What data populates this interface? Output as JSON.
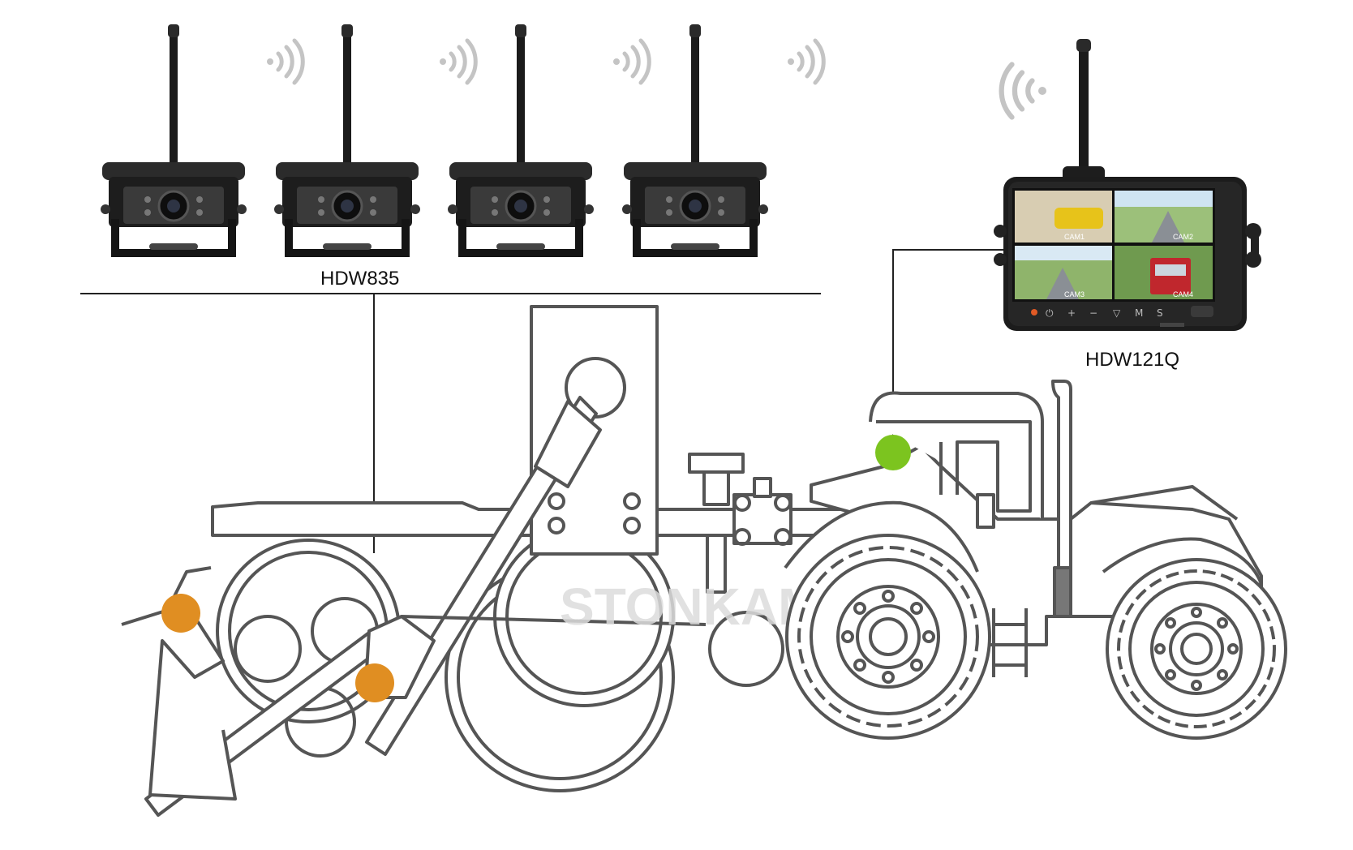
{
  "labels": {
    "camera_model": "HDW835",
    "monitor_model": "HDW121Q"
  },
  "watermark": "STONKAM",
  "monitor": {
    "quadrant_labels": [
      "CAM1",
      "CAM2",
      "CAM3",
      "CAM4"
    ],
    "buttons": [
      "⏻",
      "+",
      "−",
      "▽",
      "M",
      "S"
    ]
  },
  "colors": {
    "line_art": "#555555",
    "camera_marker": "#e08e22",
    "monitor_marker": "#7cc41f",
    "connector": "#222222",
    "signal_waves": "#c4c4c4"
  },
  "icons": {
    "camera": "wireless-backup-camera-icon",
    "monitor": "quad-view-monitor-icon",
    "signal": "wifi-signal-icon"
  }
}
